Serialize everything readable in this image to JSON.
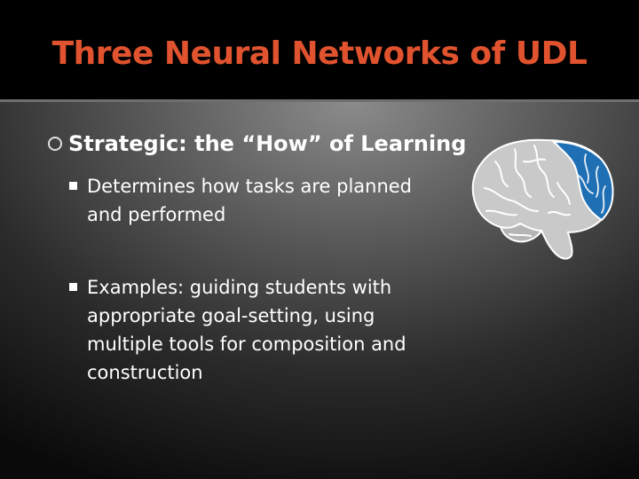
{
  "slide": {
    "title": "Three Neural Networks of UDL",
    "heading": "Strategic: the “How” of Learning",
    "bullets": [
      {
        "text": "Determines how tasks  are planned and performed"
      },
      {
        "text": "Examples: guiding students with appropriate goal-setting, using multiple tools for composition and construction"
      }
    ]
  },
  "colors": {
    "title": "#e0532e",
    "brain_highlight": "#1f6fb5",
    "brain_base": "#c9c9c9"
  },
  "icons": {
    "heading_bullet": "circle-outline-bullet",
    "list_bullet": "square-bullet",
    "illustration": "brain-icon"
  }
}
